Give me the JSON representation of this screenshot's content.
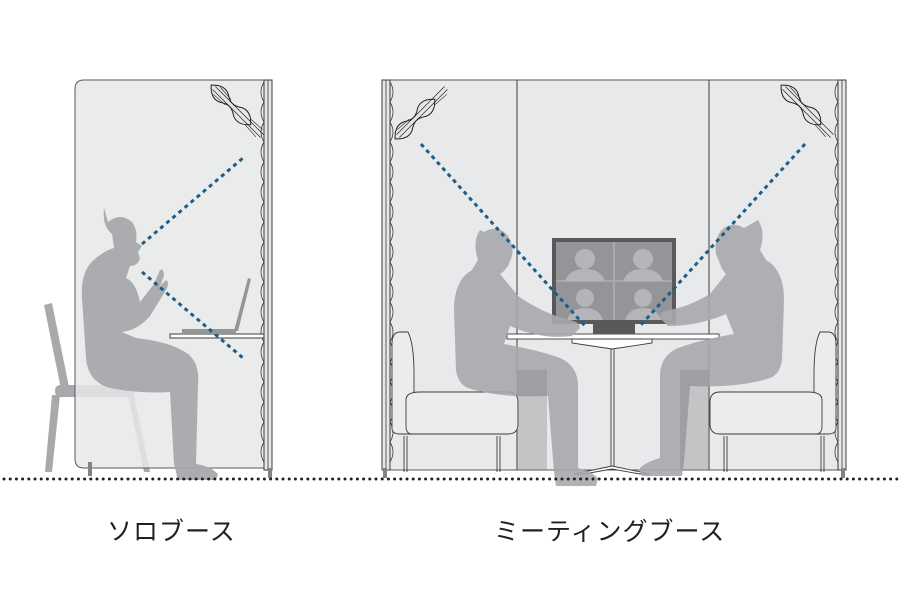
{
  "diagram": {
    "type": "booth-illustration",
    "colors": {
      "panel_fill": "#e6e7e8",
      "panel_stroke": "#3c3c3c",
      "silhouette": "#a7a9ac",
      "silhouette_dark": "#808285",
      "sound_path": "#1f5c86",
      "floor_dots": "#231f20",
      "monitor_frame": "#58595b",
      "monitor_screen": "#939598",
      "text": "#231f20"
    },
    "booths": [
      {
        "id": "solo",
        "label": "ソロブース",
        "elements": [
          "panel",
          "ceiling-speaker",
          "person-seated",
          "chair",
          "desk-shelf",
          "laptop",
          "sound-paths"
        ]
      },
      {
        "id": "meeting",
        "label": "ミーティングブース",
        "elements": [
          "panel",
          "ceiling-speaker-left",
          "ceiling-speaker-right",
          "person-left",
          "person-right",
          "sofa-left",
          "sofa-right",
          "table",
          "monitor",
          "video-call-4-participants",
          "sound-paths"
        ]
      }
    ]
  }
}
